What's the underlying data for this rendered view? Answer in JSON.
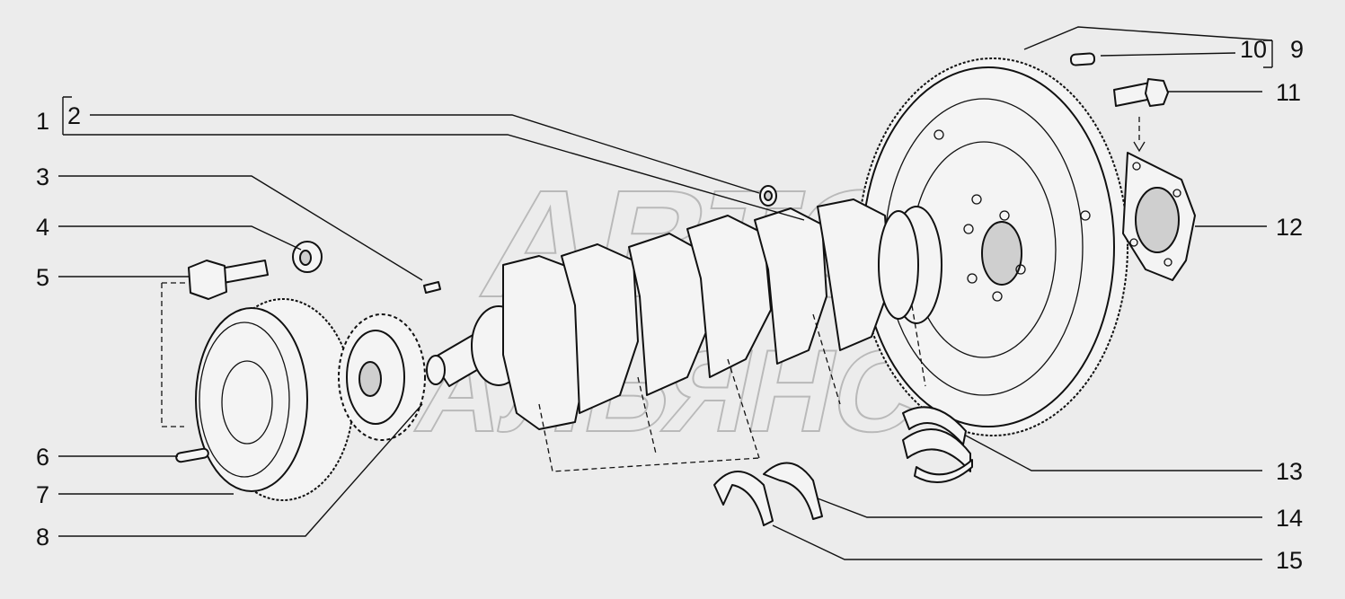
{
  "callouts": [
    {
      "id": "1",
      "label": "1"
    },
    {
      "id": "2",
      "label": "2"
    },
    {
      "id": "3",
      "label": "3"
    },
    {
      "id": "4",
      "label": "4"
    },
    {
      "id": "5",
      "label": "5"
    },
    {
      "id": "6",
      "label": "6"
    },
    {
      "id": "7",
      "label": "7"
    },
    {
      "id": "8",
      "label": "8"
    },
    {
      "id": "9",
      "label": "9"
    },
    {
      "id": "10",
      "label": "10"
    },
    {
      "id": "11",
      "label": "11"
    },
    {
      "id": "12",
      "label": "12"
    },
    {
      "id": "13",
      "label": "13"
    },
    {
      "id": "14",
      "label": "14"
    },
    {
      "id": "15",
      "label": "15"
    }
  ],
  "watermark": {
    "line1": "АВТО",
    "line2": "АЛЬЯНС"
  }
}
